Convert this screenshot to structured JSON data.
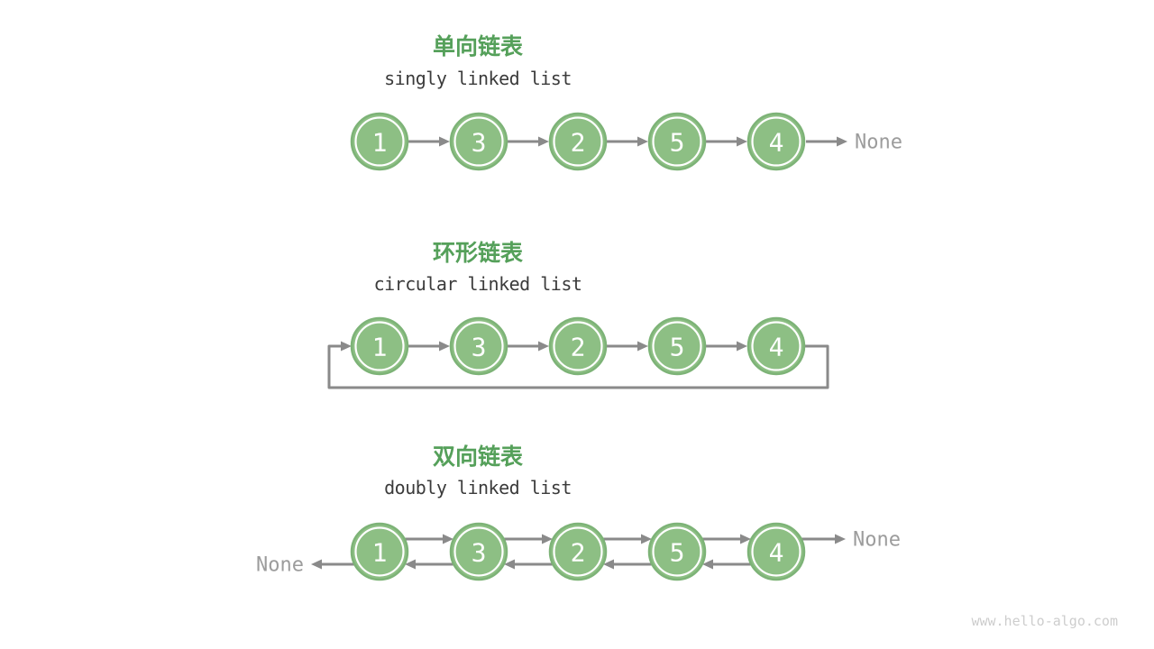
{
  "page": {
    "background": "#ffffff",
    "watermark": "www.hello-algo.com"
  },
  "colors": {
    "title_green": "#55a05a",
    "subtitle_text": "#3b3b3b",
    "node_fill": "#8dbf84",
    "node_ring": "#7db377",
    "node_text": "#ffffff",
    "inner_ring": "#ffffff",
    "arrow": "#8a8a8a",
    "none_text": "#9c9c9c",
    "watermark_text": "#cdcdcd"
  },
  "sections": [
    {
      "id": "singly-linked-list",
      "title": "单向链表",
      "subtitle": "singly linked list",
      "type": "singly",
      "nodes": [
        "1",
        "3",
        "2",
        "5",
        "4"
      ],
      "tail_label": "None"
    },
    {
      "id": "circular-linked-list",
      "title": "环形链表",
      "subtitle": "circular linked list",
      "type": "circular",
      "nodes": [
        "1",
        "3",
        "2",
        "5",
        "4"
      ]
    },
    {
      "id": "doubly-linked-list",
      "title": "双向链表",
      "subtitle": "doubly linked list",
      "type": "doubly",
      "nodes": [
        "1",
        "3",
        "2",
        "5",
        "4"
      ],
      "head_label": "None",
      "tail_label": "None"
    }
  ]
}
